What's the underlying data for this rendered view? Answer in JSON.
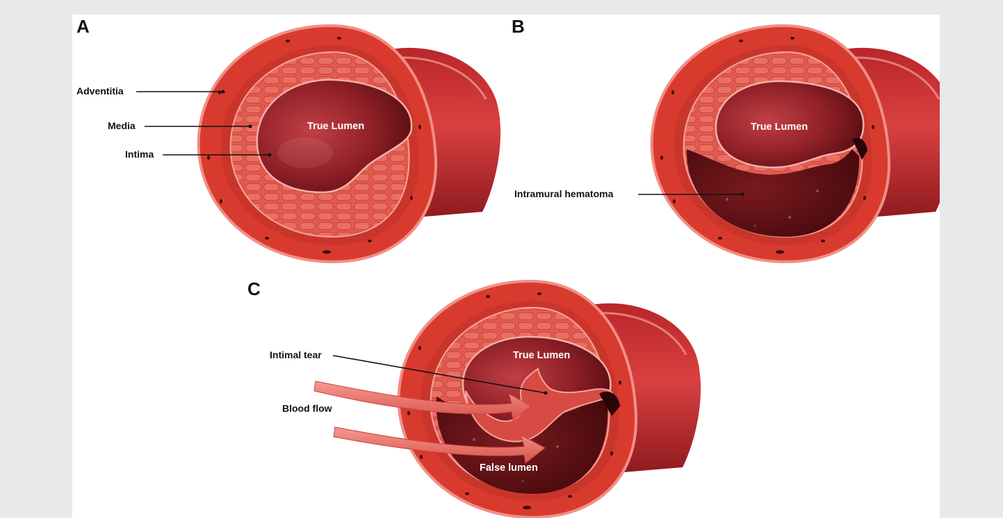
{
  "panels": [
    {
      "letter": "A",
      "labels": {
        "adventitia": "Adventitia",
        "media": "Media",
        "intima": "Intima",
        "lumen": "True Lumen"
      }
    },
    {
      "letter": "B",
      "labels": {
        "lumen": "True Lumen",
        "hematoma": "Intramural hematoma"
      }
    },
    {
      "letter": "C",
      "labels": {
        "tear": "Intimal tear",
        "flow": "Blood flow",
        "lumen": "True Lumen",
        "false_lumen": "False lumen"
      }
    }
  ],
  "colors": {
    "background": "#e8e9eb",
    "panel": "#ffffff",
    "adventitia": "#d93a2e",
    "adventitia_edge": "#f08f86",
    "media": "#e45e52",
    "lumen": "#8a1c22",
    "hematoma": "#5a0f12"
  }
}
